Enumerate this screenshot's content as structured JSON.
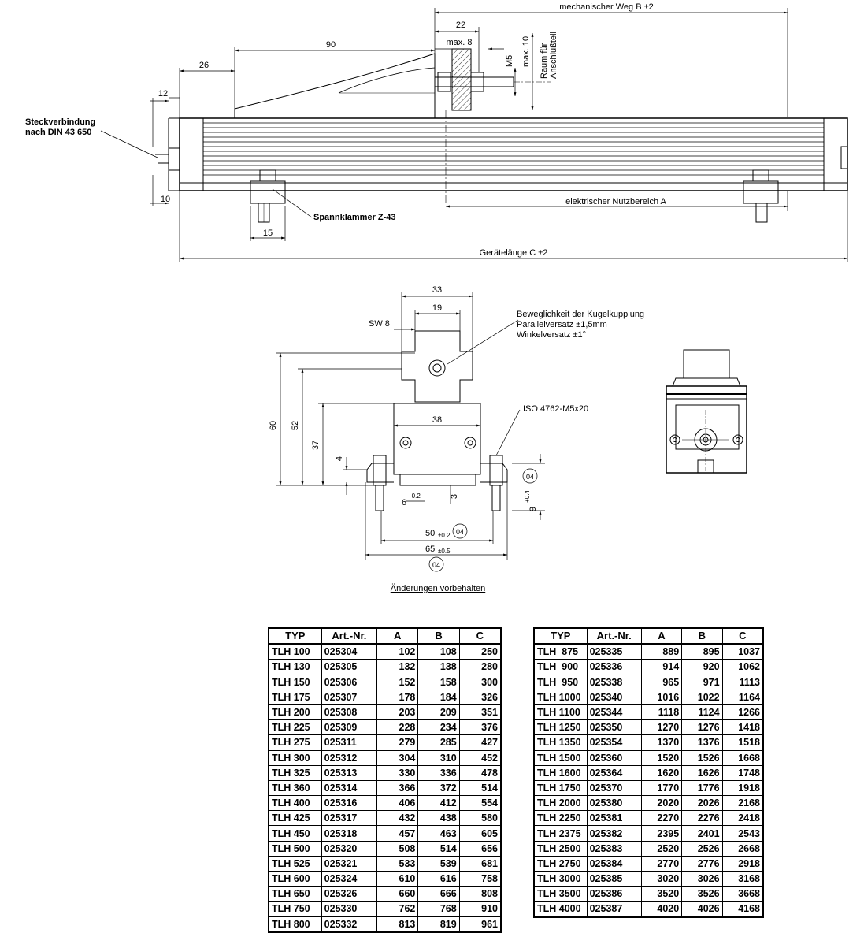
{
  "labels": {
    "mech_weg": "mechanischer Weg B ±2",
    "dim_22": "22",
    "dim_max8": "max. 8",
    "dim_max10": "max. 10",
    "dim_m5": "M5",
    "raum": "Raum für",
    "anschluss": "Anschlußteil",
    "dim_90": "90",
    "dim_26": "26",
    "dim_12": "12",
    "dim_10": "10",
    "dim_15": "15",
    "steck1": "Steckverbindung",
    "steck2": "nach DIN 43 650",
    "spann": "Spannklammer Z-43",
    "elek": "elektrischer Nutzbereich A",
    "geraet": "Gerätelänge C ±2",
    "dim_33": "33",
    "dim_19": "19",
    "sw8": "SW 8",
    "beweg1": "Beweglichkeit der Kugelkupplung",
    "beweg2": "Parallelversatz ±1,5mm",
    "beweg3": "Winkelversatz ±1°",
    "dim_38": "38",
    "iso": "ISO 4762-M5x20",
    "dim_60": "60",
    "dim_52": "52",
    "dim_37": "37",
    "dim_4": "4",
    "dim_6": "6",
    "dim_tol02": "+0.2",
    "dim_3": "3",
    "dim_9": "9",
    "dim_tol04": "+0.4",
    "dim_50": "50",
    "dim_tol_pm02": "±0.2",
    "dim_65": "65",
    "dim_tol_pm05": "±0.5",
    "circ_04": "04",
    "aend": "Änderungen vorbehalten"
  },
  "table_headers": [
    "TYP",
    "Art.-Nr.",
    "A",
    "B",
    "C"
  ],
  "table_left": [
    [
      "TLH 100",
      "025304",
      "102",
      "108",
      "250"
    ],
    [
      "TLH 130",
      "025305",
      "132",
      "138",
      "280"
    ],
    [
      "TLH 150",
      "025306",
      "152",
      "158",
      "300"
    ],
    [
      "TLH 175",
      "025307",
      "178",
      "184",
      "326"
    ],
    [
      "TLH 200",
      "025308",
      "203",
      "209",
      "351"
    ],
    [
      "TLH 225",
      "025309",
      "228",
      "234",
      "376"
    ],
    [
      "TLH 275",
      "025311",
      "279",
      "285",
      "427"
    ],
    [
      "TLH 300",
      "025312",
      "304",
      "310",
      "452"
    ],
    [
      "TLH 325",
      "025313",
      "330",
      "336",
      "478"
    ],
    [
      "TLH 360",
      "025314",
      "366",
      "372",
      "514"
    ],
    [
      "TLH 400",
      "025316",
      "406",
      "412",
      "554"
    ],
    [
      "TLH 425",
      "025317",
      "432",
      "438",
      "580"
    ],
    [
      "TLH 450",
      "025318",
      "457",
      "463",
      "605"
    ],
    [
      "TLH 500",
      "025320",
      "508",
      "514",
      "656"
    ],
    [
      "TLH 525",
      "025321",
      "533",
      "539",
      "681"
    ],
    [
      "TLH 600",
      "025324",
      "610",
      "616",
      "758"
    ],
    [
      "TLH 650",
      "025326",
      "660",
      "666",
      "808"
    ],
    [
      "TLH 750",
      "025330",
      "762",
      "768",
      "910"
    ],
    [
      "TLH 800",
      "025332",
      "813",
      "819",
      "961"
    ]
  ],
  "table_right": [
    [
      "TLH  875",
      "025335",
      "889",
      "895",
      "1037"
    ],
    [
      "TLH  900",
      "025336",
      "914",
      "920",
      "1062"
    ],
    [
      "TLH  950",
      "025338",
      "965",
      "971",
      "1113"
    ],
    [
      "TLH 1000",
      "025340",
      "1016",
      "1022",
      "1164"
    ],
    [
      "TLH 1100",
      "025344",
      "1118",
      "1124",
      "1266"
    ],
    [
      "TLH 1250",
      "025350",
      "1270",
      "1276",
      "1418"
    ],
    [
      "TLH 1350",
      "025354",
      "1370",
      "1376",
      "1518"
    ],
    [
      "TLH 1500",
      "025360",
      "1520",
      "1526",
      "1668"
    ],
    [
      "TLH 1600",
      "025364",
      "1620",
      "1626",
      "1748"
    ],
    [
      "TLH 1750",
      "025370",
      "1770",
      "1776",
      "1918"
    ],
    [
      "TLH 2000",
      "025380",
      "2020",
      "2026",
      "2168"
    ],
    [
      "TLH 2250",
      "025381",
      "2270",
      "2276",
      "2418"
    ],
    [
      "TLH 2375",
      "025382",
      "2395",
      "2401",
      "2543"
    ],
    [
      "TLH 2500",
      "025383",
      "2520",
      "2526",
      "2668"
    ],
    [
      "TLH 2750",
      "025384",
      "2770",
      "2776",
      "2918"
    ],
    [
      "TLH 3000",
      "025385",
      "3020",
      "3026",
      "3168"
    ],
    [
      "TLH 3500",
      "025386",
      "3520",
      "3526",
      "3668"
    ],
    [
      "TLH 4000",
      "025387",
      "4020",
      "4026",
      "4168"
    ]
  ]
}
